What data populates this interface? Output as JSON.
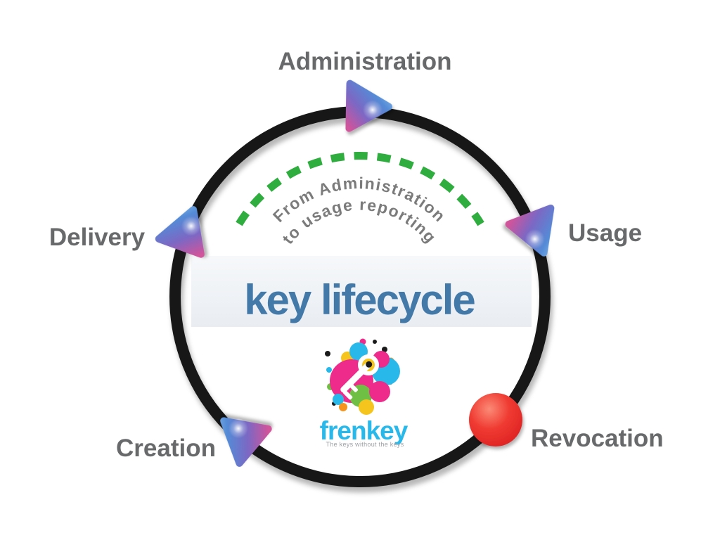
{
  "diagram": {
    "title": "key lifecycle",
    "flow_note": {
      "line1": "From Administration",
      "line2": "to usage reporting"
    },
    "stages": [
      {
        "label": "Administration",
        "marker": "arrow"
      },
      {
        "label": "Usage",
        "marker": "arrow"
      },
      {
        "label": "Revocation",
        "marker": "red-dot"
      },
      {
        "label": "Creation",
        "marker": "arrow"
      },
      {
        "label": "Delivery",
        "marker": "arrow"
      }
    ]
  },
  "logo": {
    "wordmark": "frenkey",
    "tagline": "The keys without the keys"
  },
  "colors": {
    "stage_label": "#68696b",
    "title_blue": "#4379a9",
    "ring_black": "#171717",
    "dash_green": "#2fad3e",
    "arc_text": "#7b7b7b",
    "revocation_red": "#ea2a26",
    "logo_cyan": "#29b8ea",
    "logo_magenta": "#ee2a8b",
    "logo_yellow": "#f5c51d",
    "logo_green": "#6fbf44",
    "logo_orange": "#f7941e",
    "tagline_gray": "#9ca0a4"
  }
}
